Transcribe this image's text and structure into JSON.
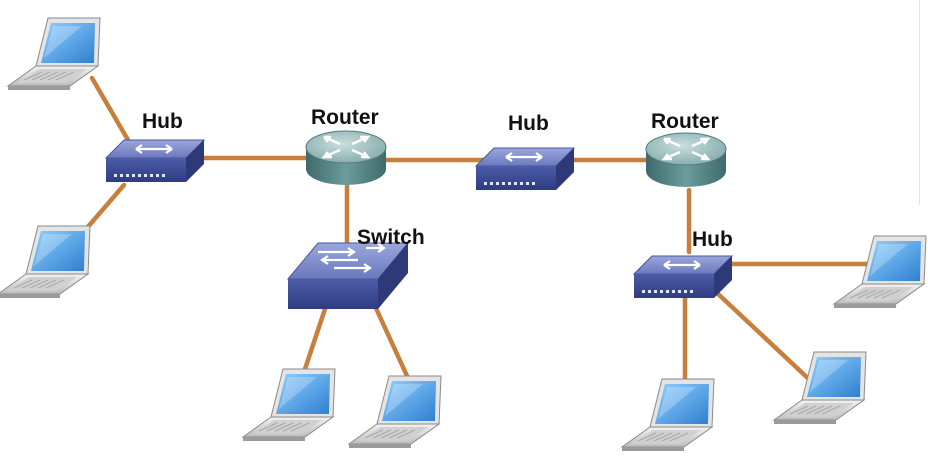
{
  "labels": {
    "hub_left": "Hub",
    "router_left": "Router",
    "hub_middle": "Hub",
    "router_right": "Router",
    "switch": "Switch",
    "hub_right": "Hub"
  },
  "colors": {
    "cable": "#c87f3c",
    "device_top": "#7f8fc8",
    "device_front": "#3d4c95",
    "router_body": "#5e8d8f",
    "laptop_screen": "#4a9ee6"
  },
  "icons": [
    "hub-icon",
    "router-icon",
    "switch-icon",
    "laptop-icon"
  ]
}
